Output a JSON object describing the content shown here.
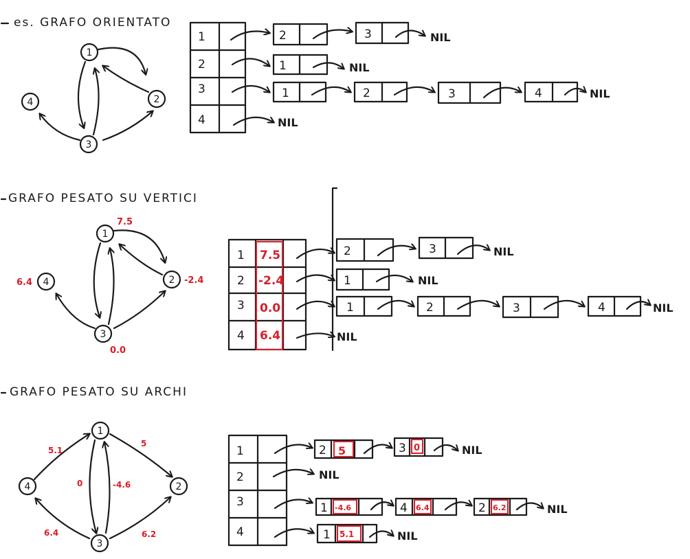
{
  "titles": {
    "s1": "es. GRAFO ORIENTATO",
    "s2": "GRAFO PESATO SU VERTICI",
    "s3": "GRAFO PESATO SU ARCHI"
  },
  "colors": {
    "ink": "#1a1a1a",
    "red": "#d81e2b"
  },
  "nil": "NIL",
  "g1": {
    "nodes": [
      "1",
      "2",
      "3",
      "4"
    ],
    "table": [
      "1",
      "2",
      "3",
      "4"
    ],
    "lists": [
      [
        "2",
        "3"
      ],
      [
        "1"
      ],
      [
        "1",
        "2",
        "3",
        "4"
      ],
      []
    ]
  },
  "g2": {
    "nodes": [
      "1",
      "2",
      "3",
      "4"
    ],
    "node_weights": [
      "7.5",
      "-2.4",
      "0.0",
      "6.4"
    ],
    "table": [
      "1",
      "2",
      "3",
      "4"
    ],
    "table_weights": [
      "7.5",
      "-2.4",
      "0.0",
      "6.4"
    ],
    "lists": [
      [
        "2",
        "3"
      ],
      [
        "1"
      ],
      [
        "1",
        "2",
        "3",
        "4"
      ],
      []
    ]
  },
  "g3": {
    "nodes": [
      "1",
      "2",
      "3",
      "4"
    ],
    "edge_weights": [
      "5.1",
      "5",
      "0",
      "-4.6",
      "6.4",
      "6.2"
    ],
    "table": [
      "1",
      "2",
      "3",
      "4"
    ],
    "lists": [
      [
        {
          "v": "2",
          "w": "5"
        },
        {
          "v": "3",
          "w": "0"
        }
      ],
      [],
      [
        {
          "v": "1",
          "w": "-4.6"
        },
        {
          "v": "4",
          "w": "6.4"
        },
        {
          "v": "2",
          "w": "6.2"
        }
      ],
      [
        {
          "v": "1",
          "w": "5.1"
        }
      ]
    ]
  }
}
